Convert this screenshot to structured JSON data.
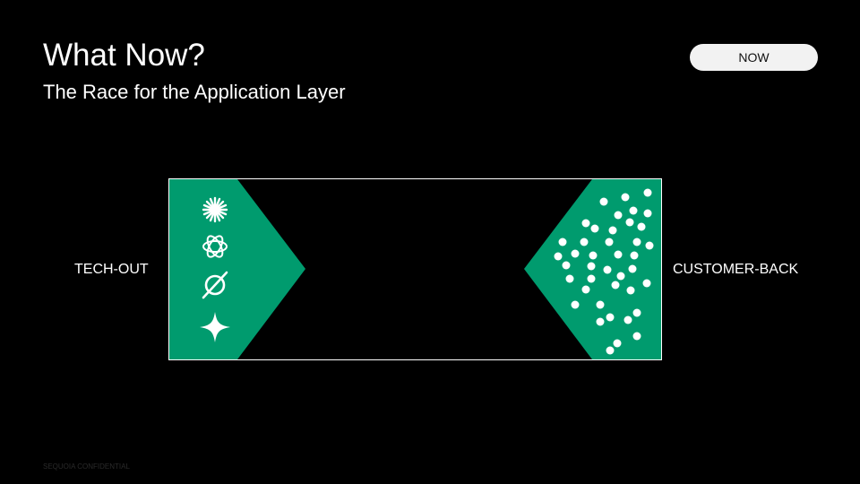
{
  "title": "What Now?",
  "subtitle": "The Race for the Application Layer",
  "badge": "NOW",
  "diagram": {
    "left_label": "TECH-OUT",
    "right_label": "CUSTOMER-BACK",
    "left_icons": [
      "anthropic-burst-icon",
      "openai-knot-icon",
      "ring-slash-icon",
      "sparkle-star-icon"
    ]
  },
  "footer": "SEQUOIA CONFIDENTIAL",
  "colors": {
    "background": "#000000",
    "accent_green": "#009b6e",
    "badge_bg": "#f2f2f2",
    "text": "#ffffff"
  }
}
